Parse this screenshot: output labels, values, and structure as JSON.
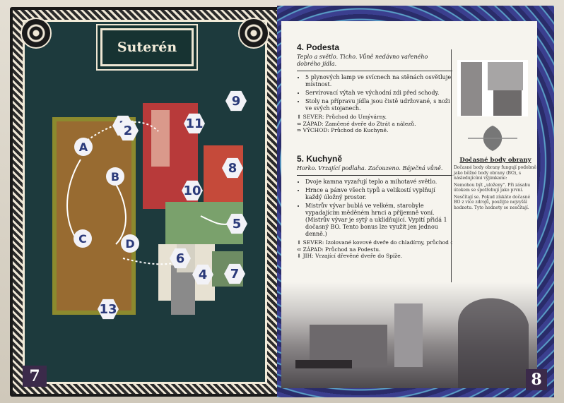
{
  "left_page": {
    "title": "Suterén",
    "page_number": "7",
    "map_markers": {
      "numbers": [
        "1",
        "2",
        "4",
        "5",
        "6",
        "7",
        "8",
        "9",
        "10",
        "13"
      ],
      "letters": [
        "A",
        "B",
        "C",
        "D"
      ]
    }
  },
  "right_page": {
    "page_number": "8",
    "section4": {
      "heading": "4. Podesta",
      "flavor": "Teplo a světlo. Ticho. Vůně nedávno vařeného dobrého jídla.",
      "bullets": [
        "5 plynových lamp ve svícnech na stěnách osvětluje místnost.",
        "Servírovací výtah ve východní zdi před schody.",
        "Stoly na přípravu jídla jsou čistě udržované, s noži ve svých stojanech."
      ],
      "exits": [
        "⇑ SEVER: Průchod do Umývárny.",
        "⇐ ZÁPAD: Zamčené dveře do Ztrát a nálezů.",
        "⇒ VÝCHOD: Průchod do Kuchyně."
      ]
    },
    "section5": {
      "heading": "5. Kuchyně",
      "flavor": "Horko. Vrzající podlaha. Začouzeno. Báječná vůně.",
      "bullets": [
        "Dvoje kamna vyzařují teplo a mihotavé světlo.",
        "Hrnce a pánve všech typů a velikostí vyplňují každý úložný prostor.",
        "Mistrův vývar bublá ve velkém, starobyle vypadajícím měděném hrnci a příjemně voní. (Mistrův vývar je sytý a uklidňující. Vypití přidá 1 dočasný BO. Tento bonus lze využít jen jednou denně.)"
      ],
      "exits": [
        "⇑ SEVER: Izolované kovové dveře do chladírny, průchod do Umývárny.",
        "⇐ ZÁPAD: Průchod na Podestu.",
        "⇓ JIH: Vrzající dřevěné dveře do Spíže."
      ]
    },
    "sidebar": {
      "title": "Dočasné body obrany",
      "intro": "Dočasné body obrany fungují podobně jako běžné body obrany (BO), s následujícími výjimkami:",
      "points": [
        "Nemohou být „uloženy“. Při zásahu útokem se spotřebují jako první.",
        "Nesčítají se. Pokud získáte dočasné BO z více zdrojů, použijte nejvyšší hodnotu. Tyto hodnoty se nesčítají."
      ]
    }
  }
}
